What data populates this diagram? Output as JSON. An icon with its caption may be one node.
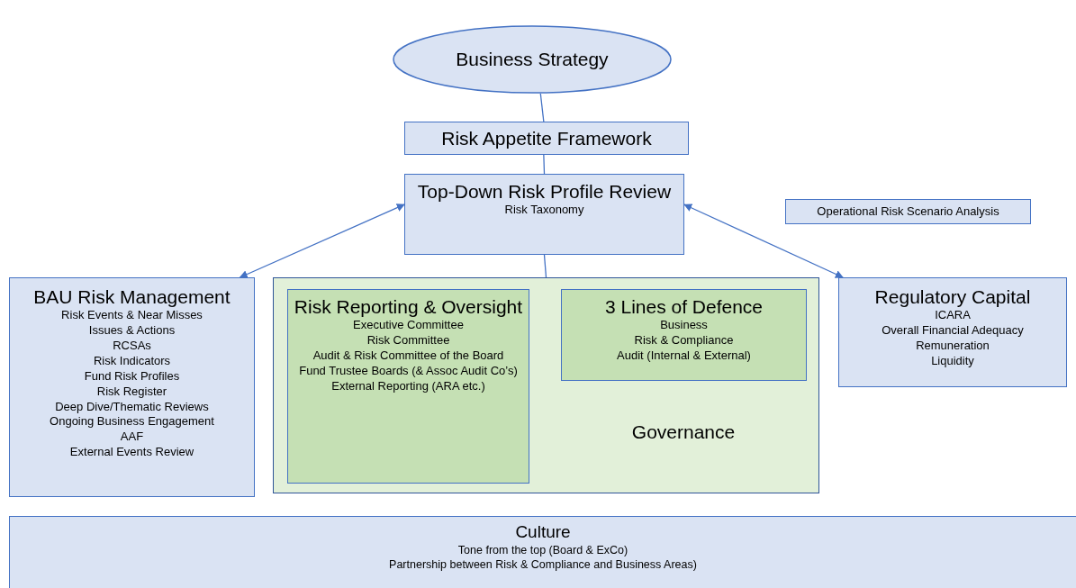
{
  "diagram": {
    "nodes": [
      {
        "text": [
          "Business Strategy"
        ]
      },
      {
        "text": [
          "Risk Appetite Framework"
        ]
      },
      {
        "text": [
          "Top-Down Risk Profile Review",
          "Risk Taxonomy"
        ]
      },
      {
        "text": [
          "Operational Risk Scenario Analysis"
        ]
      },
      {
        "text": [
          "BAU Risk Management",
          "Risk Events & Near Misses",
          "Issues & Actions",
          "RCSAs",
          "Risk Indicators",
          "Fund Risk Profiles",
          "Risk Register",
          "Deep Dive/Thematic Reviews",
          "Ongoing Business Engagement",
          "AAF",
          "External Events Review"
        ]
      },
      {
        "text": [
          "Governance"
        ]
      },
      {
        "text": [
          "Risk Reporting & Oversight",
          "Executive Committee",
          "Risk Committee",
          "Audit & Risk Committee of the Board",
          "Fund Trustee Boards (& Assoc Audit Co’s)",
          "External Reporting (ARA etc.)"
        ],
        "in": 5
      },
      {
        "text": [
          "3 Lines of Defence",
          "Business",
          "Risk & Compliance",
          "Audit (Internal & External)"
        ],
        "in": 5
      },
      {
        "text": [
          "Regulatory Capital",
          "ICARA",
          "Overall Financial Adequacy",
          "Remuneration",
          "Liquidity"
        ]
      },
      {
        "text": [
          "Culture",
          "Tone from the top (Board & ExCo)",
          "Partnership between Risk & Compliance and Business Areas)"
        ]
      }
    ],
    "edges": [
      {
        "from": 0,
        "to": 1,
        "arrow": "none"
      },
      {
        "from": 1,
        "to": 2,
        "arrow": "none"
      },
      {
        "from": 2,
        "to": 5,
        "arrow": "none"
      },
      {
        "from": 4,
        "to": 2,
        "arrow": "both"
      },
      {
        "from": 2,
        "to": 8,
        "arrow": "both"
      }
    ]
  }
}
